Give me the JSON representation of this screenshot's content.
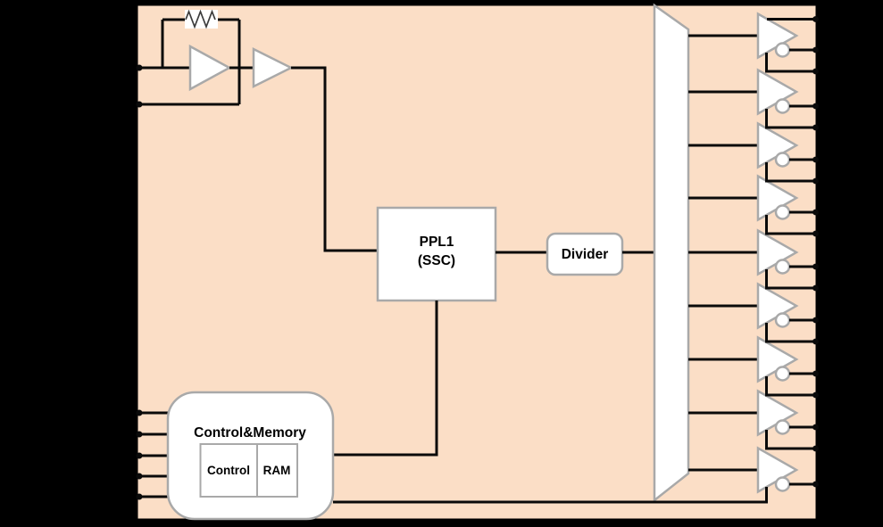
{
  "colors": {
    "background": "#000000",
    "chip_fill": "#FBDEC6",
    "chip_border": "#000000",
    "shape_fill": "#FFFFFF",
    "shape_stroke": "#A9A9A9",
    "wire": "#0A0A0A"
  },
  "blocks": {
    "pll": {
      "label_line1": "PPL1",
      "label_line2": "(SSC)"
    },
    "divider": {
      "label": "Divider"
    },
    "control_memory": {
      "title": "Control&Memory",
      "control_label": "Control",
      "ram_label": "RAM"
    }
  },
  "counts": {
    "output_buffers": 9,
    "control_input_pins": 5,
    "crystal_pins": 2
  }
}
